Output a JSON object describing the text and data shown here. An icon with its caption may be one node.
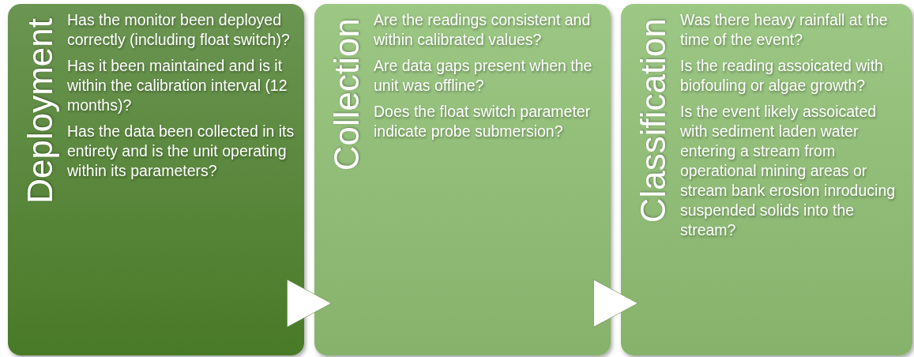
{
  "diagram": {
    "nodes": [
      {
        "text": [
          "Deployment",
          "Has the monitor been deployed correctly (including float switch)?",
          "Has it been maintained and is it within the calibration interval (12 months)?",
          "Has the data been collected in its entirety and is the unit operating within its parameters?"
        ]
      },
      {
        "text": [
          "Collection",
          "Are the readings consistent and within calibrated values?",
          "Are data gaps present when the unit was offline?",
          "Does the float switch parameter indicate probe submersion?"
        ]
      },
      {
        "text": [
          "Classification",
          "Was there heavy rainfall at the time of the event?",
          "Is the reading assoicated with biofouling or algae growth?",
          "Is the event likely assoicated with sediment laden water entering a stream from operational mining areas or stream bank erosion inroducing suspended solids into the stream?"
        ]
      }
    ],
    "edges": [
      {
        "from": 0,
        "to": 1,
        "arrow": "to"
      },
      {
        "from": 1,
        "to": 2,
        "arrow": "to"
      }
    ]
  }
}
